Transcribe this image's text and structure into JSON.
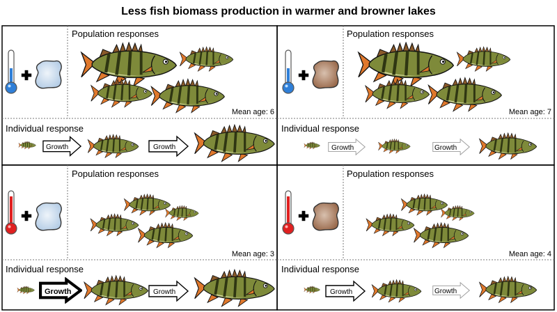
{
  "title": "Less fish biomass production in warmer and browner lakes",
  "panels": [
    {
      "id": "cold-clear",
      "temperature": "cold",
      "water": "clear",
      "population_label": "Population responses",
      "mean_age_label": "Mean age: 6",
      "individual_label": "Individual  response",
      "growth_labels": [
        "Growth",
        "Growth"
      ],
      "growth_arrow_strength": [
        "normal",
        "normal"
      ]
    },
    {
      "id": "cold-brown",
      "temperature": "cold",
      "water": "brown",
      "population_label": "Population responses",
      "mean_age_label": "Mean age: 7",
      "individual_label": "Individual response",
      "growth_labels": [
        "Growth",
        "Growth"
      ],
      "growth_arrow_strength": [
        "faint",
        "faint"
      ]
    },
    {
      "id": "warm-clear",
      "temperature": "warm",
      "water": "clear",
      "population_label": "Population responses",
      "mean_age_label": "Mean age: 3",
      "individual_label": "Individual response",
      "growth_labels": [
        "Growth",
        "Growth"
      ],
      "growth_arrow_strength": [
        "strong",
        "normal"
      ]
    },
    {
      "id": "warm-brown",
      "temperature": "warm",
      "water": "brown",
      "population_label": "Population responses",
      "mean_age_label": "Mean age: 4",
      "individual_label": "Individual response",
      "growth_labels": [
        "Growth",
        "Growth"
      ],
      "growth_arrow_strength": [
        "normal",
        "faint"
      ]
    }
  ],
  "colors": {
    "cold_thermometer": "#2f7fd8",
    "warm_thermometer": "#e02020",
    "clear_water": "#c5d9ec",
    "brown_water": "#a87b5d",
    "fish_body": "#7e8a3a",
    "fish_stripe": "#3a4216",
    "fish_fin": "#e0782c"
  },
  "icons": [
    "thermometer-icon",
    "plus-icon",
    "lake-icon",
    "perch-fish-icon",
    "growth-arrow-icon"
  ]
}
